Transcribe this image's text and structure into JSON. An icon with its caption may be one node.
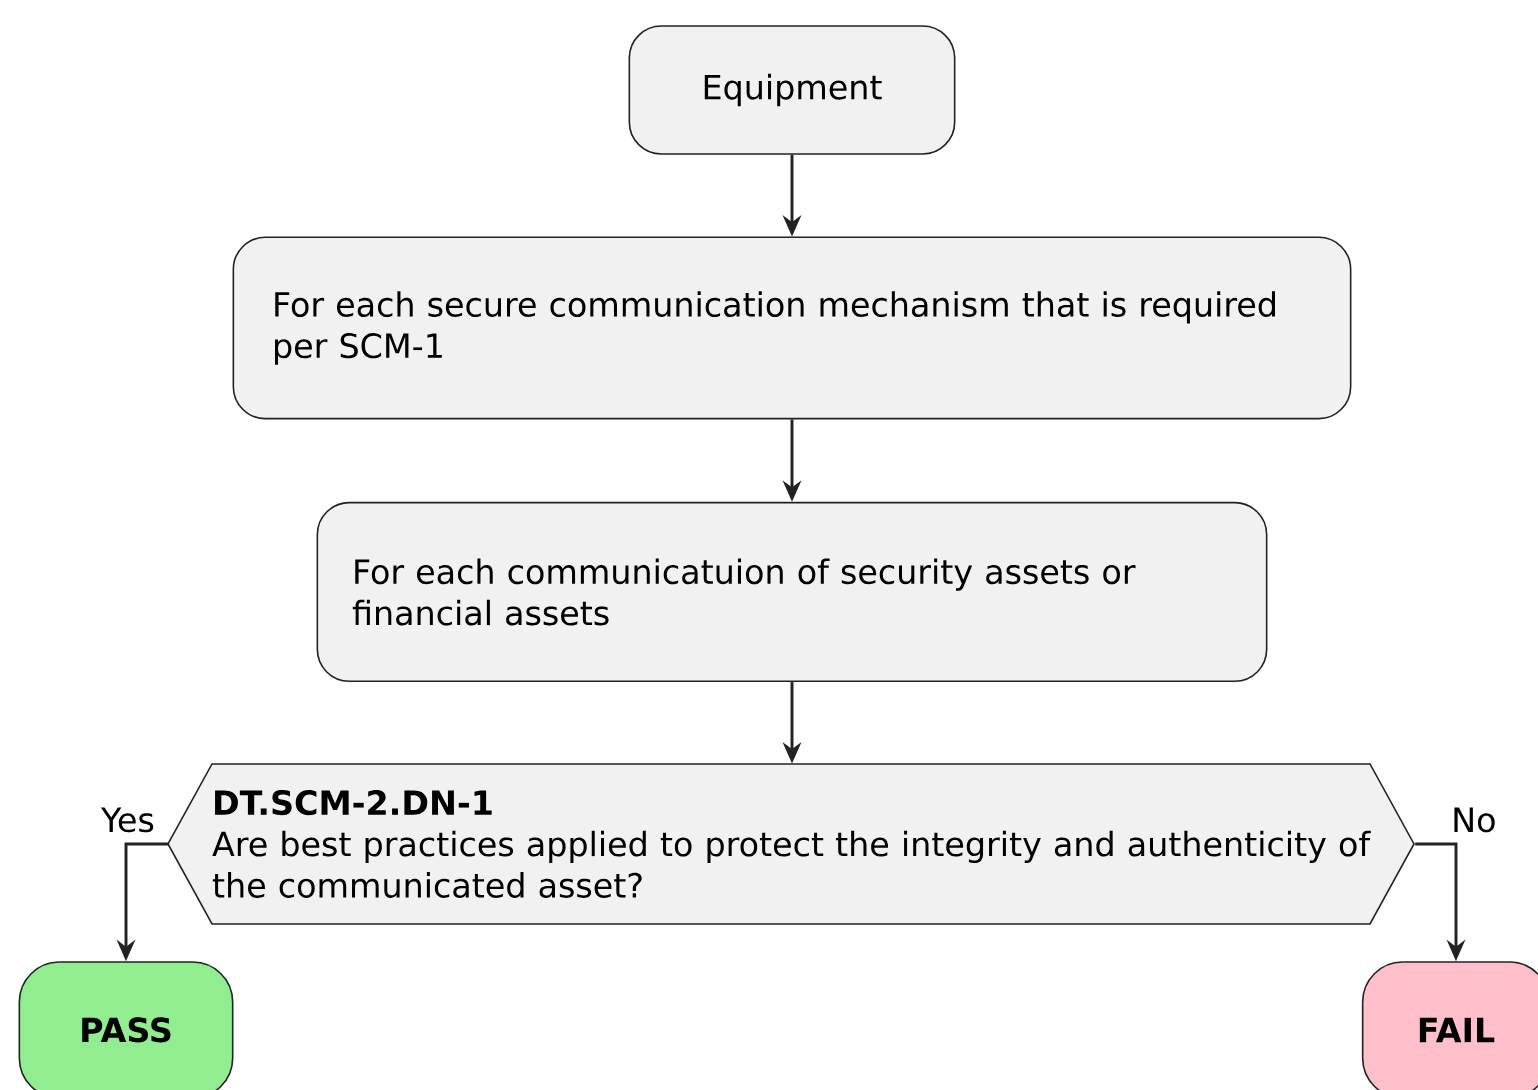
{
  "diagram": {
    "nodes": [
      {
        "text": [
          "Equipment"
        ]
      },
      {
        "text": [
          "For each secure communication mechanism that is required per SCM-1"
        ]
      },
      {
        "text": [
          "For each communicatuion of security assets or financial assets"
        ]
      },
      {
        "text": [
          "DT.SCM-2.DN-1",
          "Are best practices applied to protect the integrity and authenticity of the communicated asset?"
        ]
      },
      {
        "text": [
          "PASS"
        ]
      },
      {
        "text": [
          "FAIL"
        ]
      }
    ],
    "edges": [
      {
        "from": 0,
        "to": 1,
        "arrow": "to"
      },
      {
        "from": 1,
        "to": 2,
        "arrow": "to"
      },
      {
        "from": 2,
        "to": 3,
        "arrow": "to"
      },
      {
        "from": 3,
        "to": 4,
        "arrow": "to",
        "label": "Yes"
      },
      {
        "from": 3,
        "to": 5,
        "arrow": "to",
        "label": "No"
      }
    ]
  }
}
